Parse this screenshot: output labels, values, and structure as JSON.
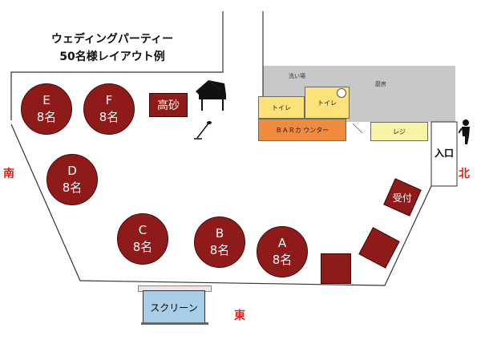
{
  "title": {
    "line1": "ウェディングパーティー",
    "line2": "50名様レイアウト例"
  },
  "tables": [
    {
      "id": "E",
      "label": "E",
      "capacity": "8名"
    },
    {
      "id": "F",
      "label": "F",
      "capacity": "8名"
    },
    {
      "id": "D",
      "label": "D",
      "capacity": "8名"
    },
    {
      "id": "C",
      "label": "C",
      "capacity": "8名"
    },
    {
      "id": "B",
      "label": "B",
      "capacity": "8名"
    },
    {
      "id": "A",
      "label": "A",
      "capacity": "8名"
    }
  ],
  "areas": {
    "takasago": "高砂",
    "reception": "受付",
    "entrance": "入口",
    "screen": "スクリーン",
    "bar_counter": "ＢＡＲカ ウンター",
    "toilet_left": "トイレ",
    "toilet_right": "トイレ",
    "register": "レジ",
    "sink": "洗い場",
    "kitchen": "厨房"
  },
  "directions": {
    "south": "南",
    "north": "北",
    "east": "東"
  },
  "icons": [
    "piano-icon",
    "microphone-icon",
    "person-icon"
  ],
  "colors": {
    "table": "#8e1a1a",
    "bar": "#f08a3c",
    "toilet": "#fde27a",
    "register": "#f7f3a6",
    "kitchen": "#c8c8c8",
    "screen": "#a9cfe8",
    "direction": "#e0211b"
  }
}
